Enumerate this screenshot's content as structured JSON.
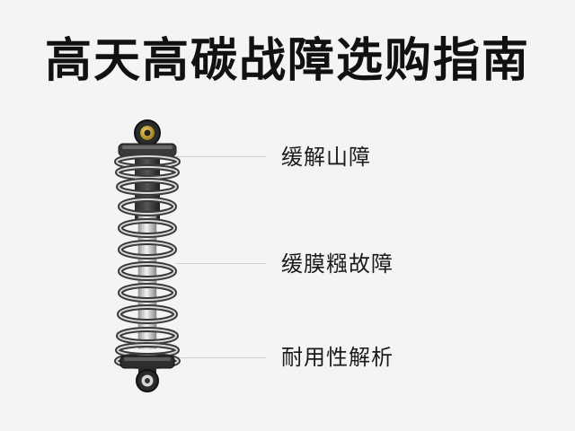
{
  "title": "高天高碳战障选购指南",
  "labels": [
    {
      "text": "缓解山障"
    },
    {
      "text": "缓膜糨故障"
    },
    {
      "text": "耐用性解析"
    }
  ],
  "colors": {
    "background": "#f4f4f4",
    "title": "#111111",
    "label": "#1a1a1a",
    "leader_line": "#cfcfcf",
    "spring": "#6c6c6c",
    "brass": "#c9a227"
  }
}
